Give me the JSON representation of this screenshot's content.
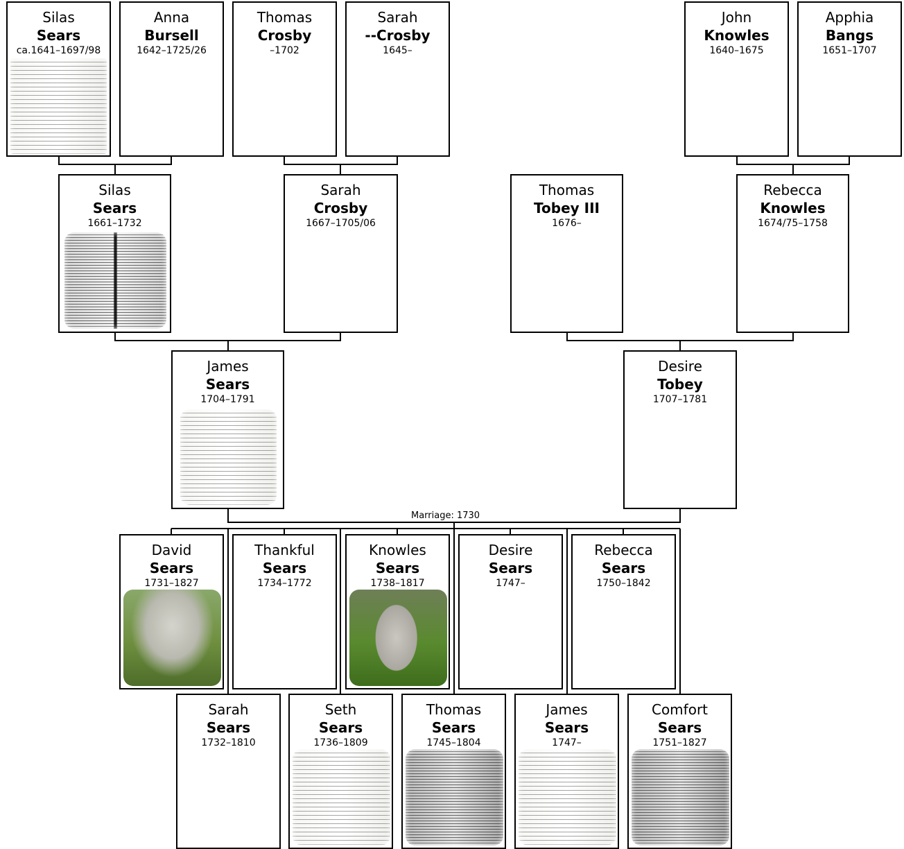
{
  "marriage_label": "Marriage: 1730",
  "people": [
    {
      "id": "p1",
      "first": "Silas",
      "last": "Sears",
      "dates": "ca.1641–1697/98",
      "thumb": "doc"
    },
    {
      "id": "p2",
      "first": "Anna",
      "last": "Bursell",
      "dates": "1642–1725/26",
      "thumb": ""
    },
    {
      "id": "p3",
      "first": "Thomas",
      "last": "Crosby",
      "dates": "–1702",
      "thumb": ""
    },
    {
      "id": "p4",
      "first": "Sarah",
      "last": "--Crosby",
      "dates": "1645–",
      "thumb": ""
    },
    {
      "id": "p5",
      "first": "John",
      "last": "Knowles",
      "dates": "1640–1675",
      "thumb": ""
    },
    {
      "id": "p6",
      "first": "Apphia",
      "last": "Bangs",
      "dates": "1651–1707",
      "thumb": ""
    },
    {
      "id": "p7",
      "first": "Silas",
      "last": "Sears",
      "dates": "1661–1732",
      "thumb": "doc-dark"
    },
    {
      "id": "p8",
      "first": "Sarah",
      "last": "Crosby",
      "dates": "1667–1705/06",
      "thumb": ""
    },
    {
      "id": "p9",
      "first": "Thomas",
      "last": "Tobey III",
      "dates": "1676–",
      "thumb": ""
    },
    {
      "id": "p10",
      "first": "Rebecca",
      "last": "Knowles",
      "dates": "1674/75–1758",
      "thumb": ""
    },
    {
      "id": "p11",
      "first": "James",
      "last": "Sears",
      "dates": "1704–1791",
      "thumb": "doc"
    },
    {
      "id": "p12",
      "first": "Desire",
      "last": "Tobey",
      "dates": "1707–1781",
      "thumb": ""
    },
    {
      "id": "p13",
      "first": "David",
      "last": "Sears",
      "dates": "1731–1827",
      "thumb": "gravestone"
    },
    {
      "id": "p14",
      "first": "Thankful",
      "last": "Sears",
      "dates": "1734–1772",
      "thumb": ""
    },
    {
      "id": "p15",
      "first": "Knowles",
      "last": "Sears",
      "dates": "1738–1817",
      "thumb": "gravestone"
    },
    {
      "id": "p16",
      "first": "Desire",
      "last": "Sears",
      "dates": "1747–",
      "thumb": ""
    },
    {
      "id": "p17",
      "first": "Rebecca",
      "last": "Sears",
      "dates": "1750–1842",
      "thumb": ""
    },
    {
      "id": "p18",
      "first": "Sarah",
      "last": "Sears",
      "dates": "1732–1810",
      "thumb": ""
    },
    {
      "id": "p19",
      "first": "Seth",
      "last": "Sears",
      "dates": "1736–1809",
      "thumb": "doc"
    },
    {
      "id": "p20",
      "first": "Thomas",
      "last": "Sears",
      "dates": "1745–1804",
      "thumb": "doc-gray"
    },
    {
      "id": "p21",
      "first": "James",
      "last": "Sears",
      "dates": "1747–",
      "thumb": "doc"
    },
    {
      "id": "p22",
      "first": "Comfort",
      "last": "Sears",
      "dates": "1751–1827",
      "thumb": "doc-gray"
    }
  ]
}
